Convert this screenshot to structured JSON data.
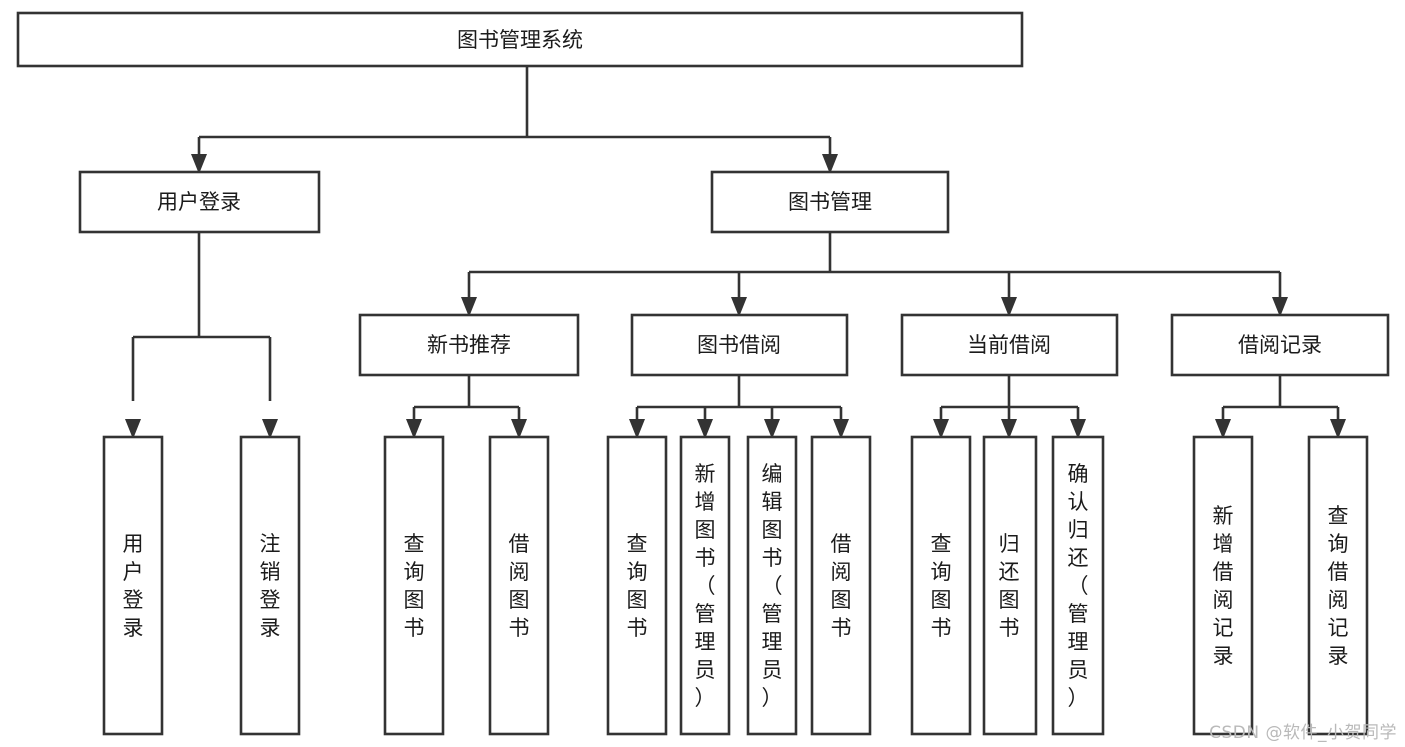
{
  "diagram": {
    "type": "tree",
    "title": "图书管理系统",
    "watermark": "CSDN @软件_小贺同学",
    "colors": {
      "background": "#ffffff",
      "stroke": "#333333",
      "text": "#1b1b1b",
      "watermark": "#b9b9b9"
    },
    "nodes": {
      "root": {
        "label": "图书管理系统"
      },
      "level2": [
        {
          "id": "user-login",
          "label": "用户登录"
        },
        {
          "id": "book-manage",
          "label": "图书管理"
        }
      ],
      "level3": [
        {
          "id": "new-book-recommend",
          "label": "新书推荐"
        },
        {
          "id": "book-borrow",
          "label": "图书借阅"
        },
        {
          "id": "current-borrow",
          "label": "当前借阅"
        },
        {
          "id": "borrow-record",
          "label": "借阅记录"
        }
      ],
      "leaves": [
        {
          "id": "leaf-user-login",
          "label": "用户登录",
          "parent": "user-login"
        },
        {
          "id": "leaf-logout",
          "label": "注销登录",
          "parent": "user-login"
        },
        {
          "id": "leaf-query-book-1",
          "label": "查询图书",
          "parent": "new-book-recommend"
        },
        {
          "id": "leaf-borrow-book-1",
          "label": "借阅图书",
          "parent": "new-book-recommend"
        },
        {
          "id": "leaf-query-book-2",
          "label": "查询图书",
          "parent": "book-borrow"
        },
        {
          "id": "leaf-add-book",
          "label": "新增图书（管理员）",
          "parent": "book-borrow"
        },
        {
          "id": "leaf-edit-book",
          "label": "编辑图书（管理员）",
          "parent": "book-borrow"
        },
        {
          "id": "leaf-borrow-book-2",
          "label": "借阅图书",
          "parent": "book-borrow"
        },
        {
          "id": "leaf-query-book-3",
          "label": "查询图书",
          "parent": "current-borrow"
        },
        {
          "id": "leaf-return-book",
          "label": "归还图书",
          "parent": "current-borrow"
        },
        {
          "id": "leaf-confirm-return",
          "label": "确认归还（管理员）",
          "parent": "current-borrow"
        },
        {
          "id": "leaf-add-record",
          "label": "新增借阅记录",
          "parent": "borrow-record"
        },
        {
          "id": "leaf-query-record",
          "label": "查询借阅记录",
          "parent": "borrow-record"
        }
      ]
    }
  }
}
